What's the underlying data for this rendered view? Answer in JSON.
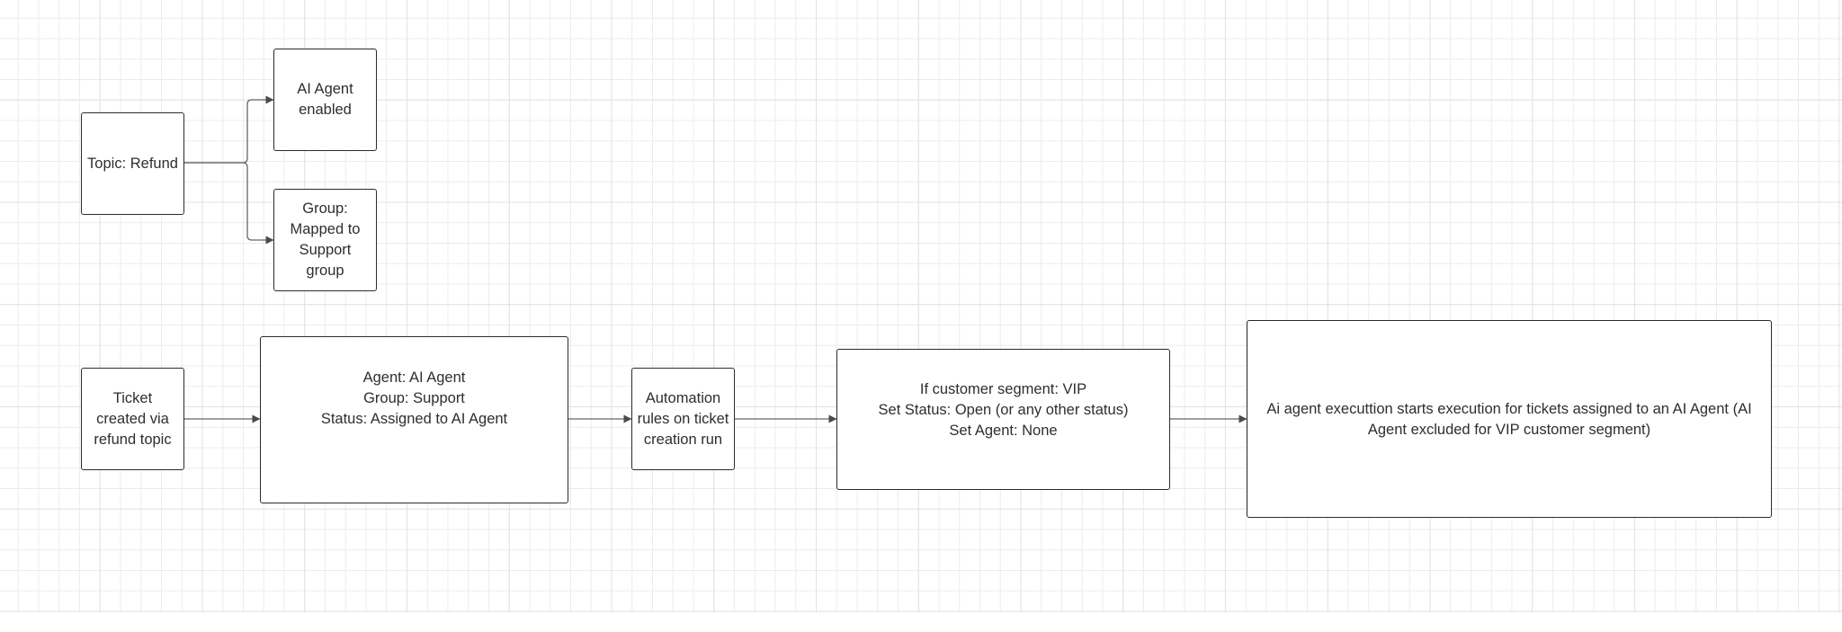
{
  "nodes": {
    "topic": "Topic: Refund",
    "ai_enabled": "AI Agent\nenabled",
    "group_mapped": "Group:\nMapped to\nSupport\ngroup",
    "ticket_created": "Ticket\ncreated via\nrefund topic",
    "assignment": "Agent: AI Agent\nGroup: Support\nStatus: Assigned to AI Agent",
    "automation": "Automation\nrules on ticket\ncreation run",
    "vip_rule": "If customer segment: VIP\nSet Status: Open (or any other status)\nSet Agent: None",
    "execution": "Ai agent executtion starts execution for tickets  assigned to an AI Agent (AI\nAgent excluded for  VIP customer segment)"
  },
  "colors": {
    "stroke": "#2b2b2b",
    "edge": "#555555",
    "text": "#2e2e2e",
    "grid": "#ececec"
  }
}
